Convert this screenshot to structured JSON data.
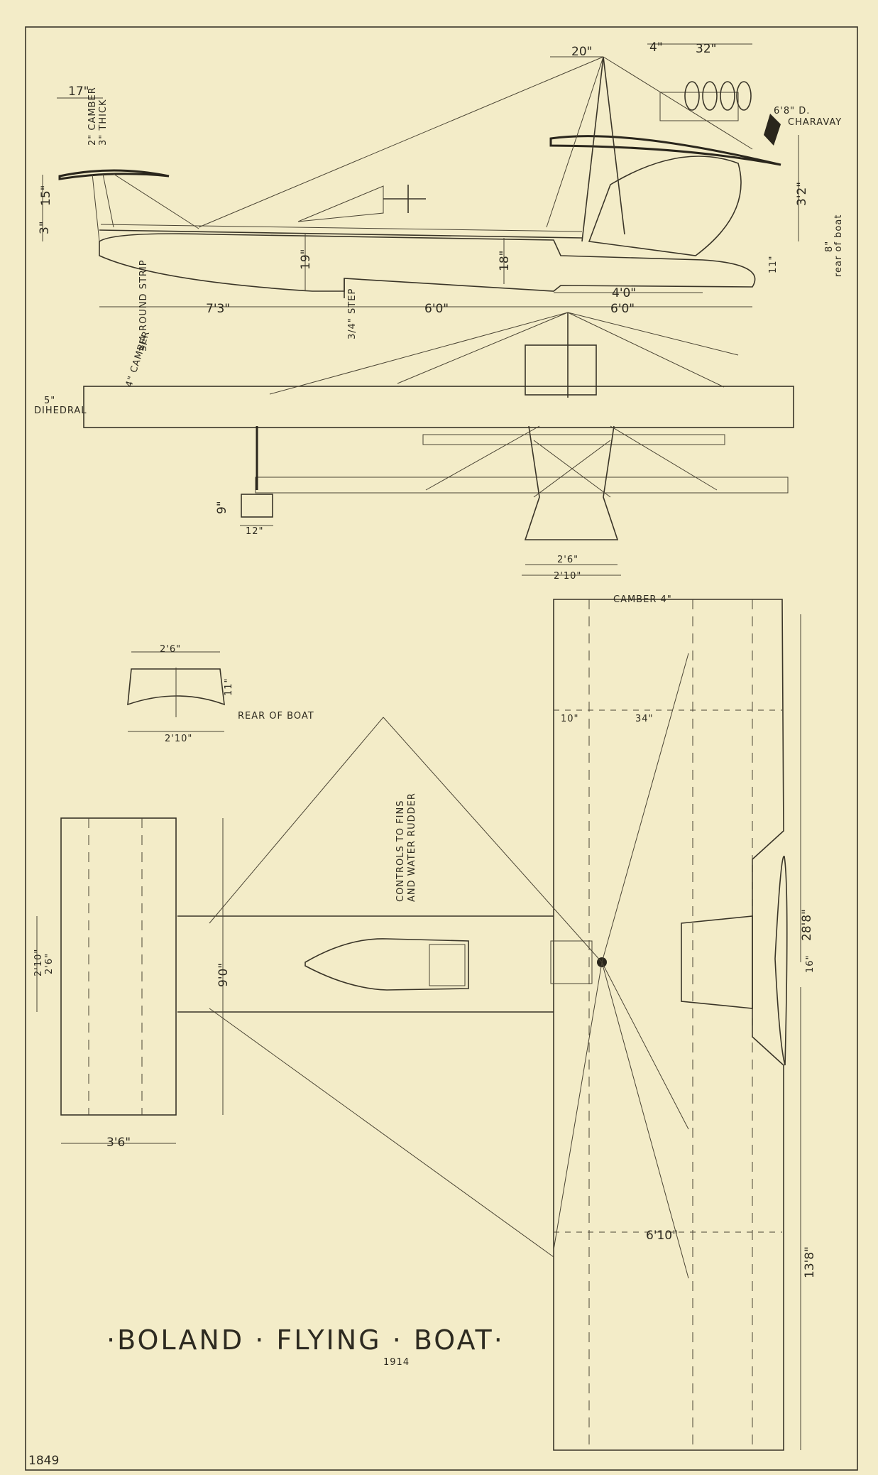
{
  "title": "·BOLAND · FLYING · BOAT·",
  "year": "1914",
  "plate_number": "1849",
  "side_view": {
    "dims": {
      "d17": "17\"",
      "camber_note": "2\" CAMBER",
      "thick_note": "3\" THICK",
      "d15": "15\"",
      "d3": "3\"",
      "d20": "20\"",
      "d4": "4\"",
      "d32": "32\"",
      "prop_note": "6'8\" D.",
      "prop_make": "CHARAVAY",
      "d3_2": "3'2\"",
      "d19": "19\"",
      "d18": "18\"",
      "d8": "8\"",
      "rear_note": "rear of boat",
      "d11": "11\"",
      "d7_3": "7'3\"",
      "d6_0a": "6'0\"",
      "d4_0": "4'0\"",
      "d6_0b": "6'0\"",
      "rnd_note": "3/4 ROUND STRIP",
      "step_note": "3/4\" STEP"
    }
  },
  "front_view": {
    "dims": {
      "camber": "4\" CAMBER",
      "dihedral_val": "5\"",
      "dihedral": "DIHEDRAL",
      "d9": "9\"",
      "d12": "12\"",
      "d2_6": "2'6\"",
      "d2_10": "2'10\""
    }
  },
  "section": {
    "dims": {
      "width_top": "2'6\"",
      "width_bottom": "2'10\"",
      "depth": "11\"",
      "label": "REAR OF BOAT"
    }
  },
  "plan_view": {
    "dims": {
      "camber": "CAMBER 4\"",
      "d10": "10\"",
      "d34": "34\"",
      "control_note_1": "CONTROLS TO FINS",
      "control_note_2": "AND WATER RUDDER",
      "d2_10": "2'10\"",
      "d2_6": "2'6\"",
      "d9_0": "9'0\"",
      "d3_6": "3'6\"",
      "d28_8": "28'8\"",
      "d16": "16\"",
      "d6_10": "6'10\"",
      "d13_8": "13'8\""
    }
  }
}
